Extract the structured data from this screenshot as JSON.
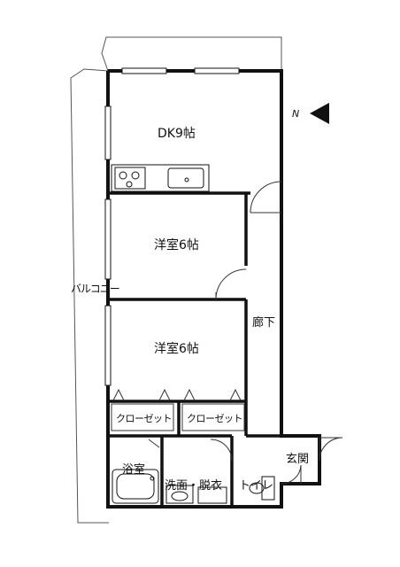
{
  "rooms": {
    "dk": "DK9帖",
    "western_1": "洋室6帖",
    "western_2": "洋室6帖",
    "closet_left": "クローゼット",
    "closet_right": "クローゼット",
    "corridor": "廊下",
    "entrance": "玄関",
    "bath": "浴室",
    "washroom": "洗面・脱衣",
    "toilet": "トイレ",
    "balcony": "バルコニー"
  },
  "compass": {
    "north_mark": "N",
    "arrow_icon": "north-arrow-icon"
  },
  "colors": {
    "wall": "#111111",
    "line": "#333333",
    "background": "#ffffff"
  }
}
